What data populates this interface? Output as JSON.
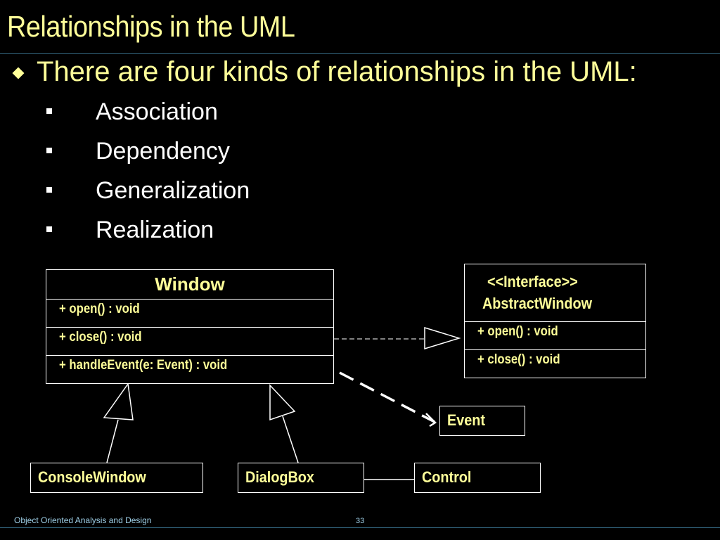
{
  "slide": {
    "title": "Relationships in the UML",
    "main_bullet": "There are four kinds of relationships in the UML:",
    "sub_bullets": [
      "Association",
      "Dependency",
      "Generalization",
      "Realization"
    ]
  },
  "diagram": {
    "window": {
      "name": "Window",
      "ops": [
        "+  open() : void",
        "+  close() : void",
        "+  handleEvent(e: Event) : void"
      ]
    },
    "abstract_window": {
      "stereotype": "<<Interface>>",
      "name": "AbstractWindow",
      "ops": [
        "+  open() : void",
        "+  close() : void"
      ]
    },
    "event": {
      "name": "Event"
    },
    "console_window": {
      "name": "ConsoleWindow"
    },
    "dialog_box": {
      "name": "DialogBox"
    },
    "control": {
      "name": "Control"
    }
  },
  "footer": {
    "course": "Object Oriented Analysis and Design",
    "page": "33"
  }
}
